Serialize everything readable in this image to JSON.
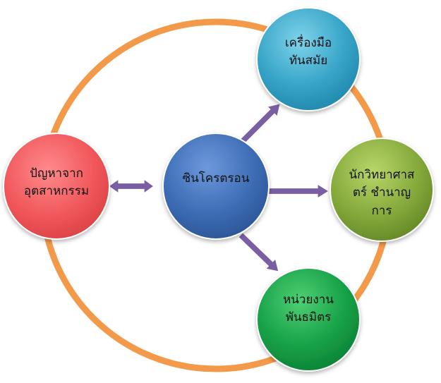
{
  "colors": {
    "ring": "#f39a4a",
    "arrow": "#7a5ea3",
    "industry": "#f0565a",
    "center": "#3c6cb4",
    "tools": "#35a3c7",
    "scientists": "#84a83a",
    "partners": "#16a046"
  },
  "nodes": {
    "industry": {
      "label": "ปัญหาจาก\nอุตสาหกรรม"
    },
    "center": {
      "label": "ซินโครตรอน"
    },
    "tools": {
      "label": "เครื่องมือ\nทันสมัย"
    },
    "scientists": {
      "label": "นักวิทยาศาส\nตร์ ชำนาญ\nการ"
    },
    "partners": {
      "label": "หน่วยงาน\nพันธมิตร"
    }
  }
}
